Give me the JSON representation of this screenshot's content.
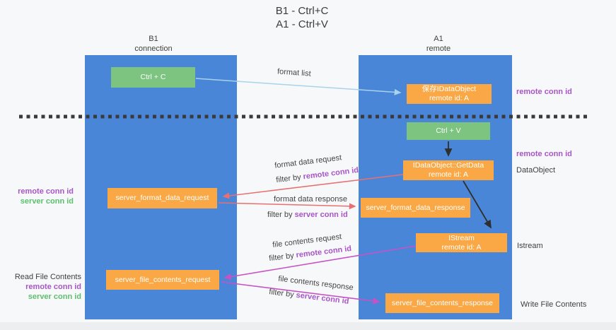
{
  "title": {
    "line1": "B1 - Ctrl+C",
    "line2": "A1 - Ctrl+V"
  },
  "lanes": {
    "b1": {
      "name": "B1",
      "subtitle": "connection"
    },
    "a1": {
      "name": "A1",
      "subtitle": "remote"
    }
  },
  "boxes": {
    "ctrl_c": {
      "label": "Ctrl + C"
    },
    "save_idataobject": {
      "line1": "保存IDataObject",
      "line2": "remote id: A"
    },
    "ctrl_v": {
      "label": "Ctrl + V"
    },
    "getdata": {
      "line1": "IDataObject::GetData",
      "line2": "remote id: A"
    },
    "istream": {
      "line1": "IStream",
      "line2": "remote id: A"
    },
    "server_format_data_request": {
      "label": "server_format_data_request"
    },
    "server_format_data_response": {
      "label": "server_format_data_response"
    },
    "server_file_contents_request": {
      "label": "server_file_contents_request"
    },
    "server_file_contents_response": {
      "label": "server_file_contents_response"
    }
  },
  "annotations": {
    "right_remote_conn_id_1": "remote conn id",
    "right_remote_conn_id_2": "remote conn id",
    "right_dataobject": "DataObject",
    "right_istream": "Istream",
    "right_write_file_contents": "Write File Contents",
    "left_remote_conn_id_format": "remote conn id",
    "left_server_conn_id_format": "server conn id",
    "left_read_file_contents": "Read File Contents",
    "left_remote_conn_id_file": "remote conn id",
    "left_server_conn_id_file": "server conn id"
  },
  "arrow_labels": {
    "format_list": "format list",
    "format_data_request": "format data request",
    "format_request_filter_prefix": "filter by ",
    "format_request_filter_key": "remote conn id",
    "format_data_response": "format data response",
    "format_response_filter_prefix": "filter by ",
    "format_response_filter_key": "server conn id",
    "file_contents_request": "file contents request",
    "file_request_filter_prefix": "filter by ",
    "file_request_filter_key": "remote conn id",
    "file_contents_response": "file contents response",
    "file_response_filter_prefix": "filter by ",
    "file_response_filter_key": "server conn id"
  },
  "colors": {
    "lane_blue": "#4a86d8",
    "box_green": "#7cc47f",
    "box_orange": "#f9a845",
    "arrow_red": "#e87070",
    "arrow_magenta": "#c653c6",
    "arrow_light_blue": "#a9d2ed",
    "arrow_black": "#2f2f2f",
    "text_purple": "#a855c8",
    "text_green": "#5cbf6d",
    "text_dark": "#3f3f3f"
  }
}
